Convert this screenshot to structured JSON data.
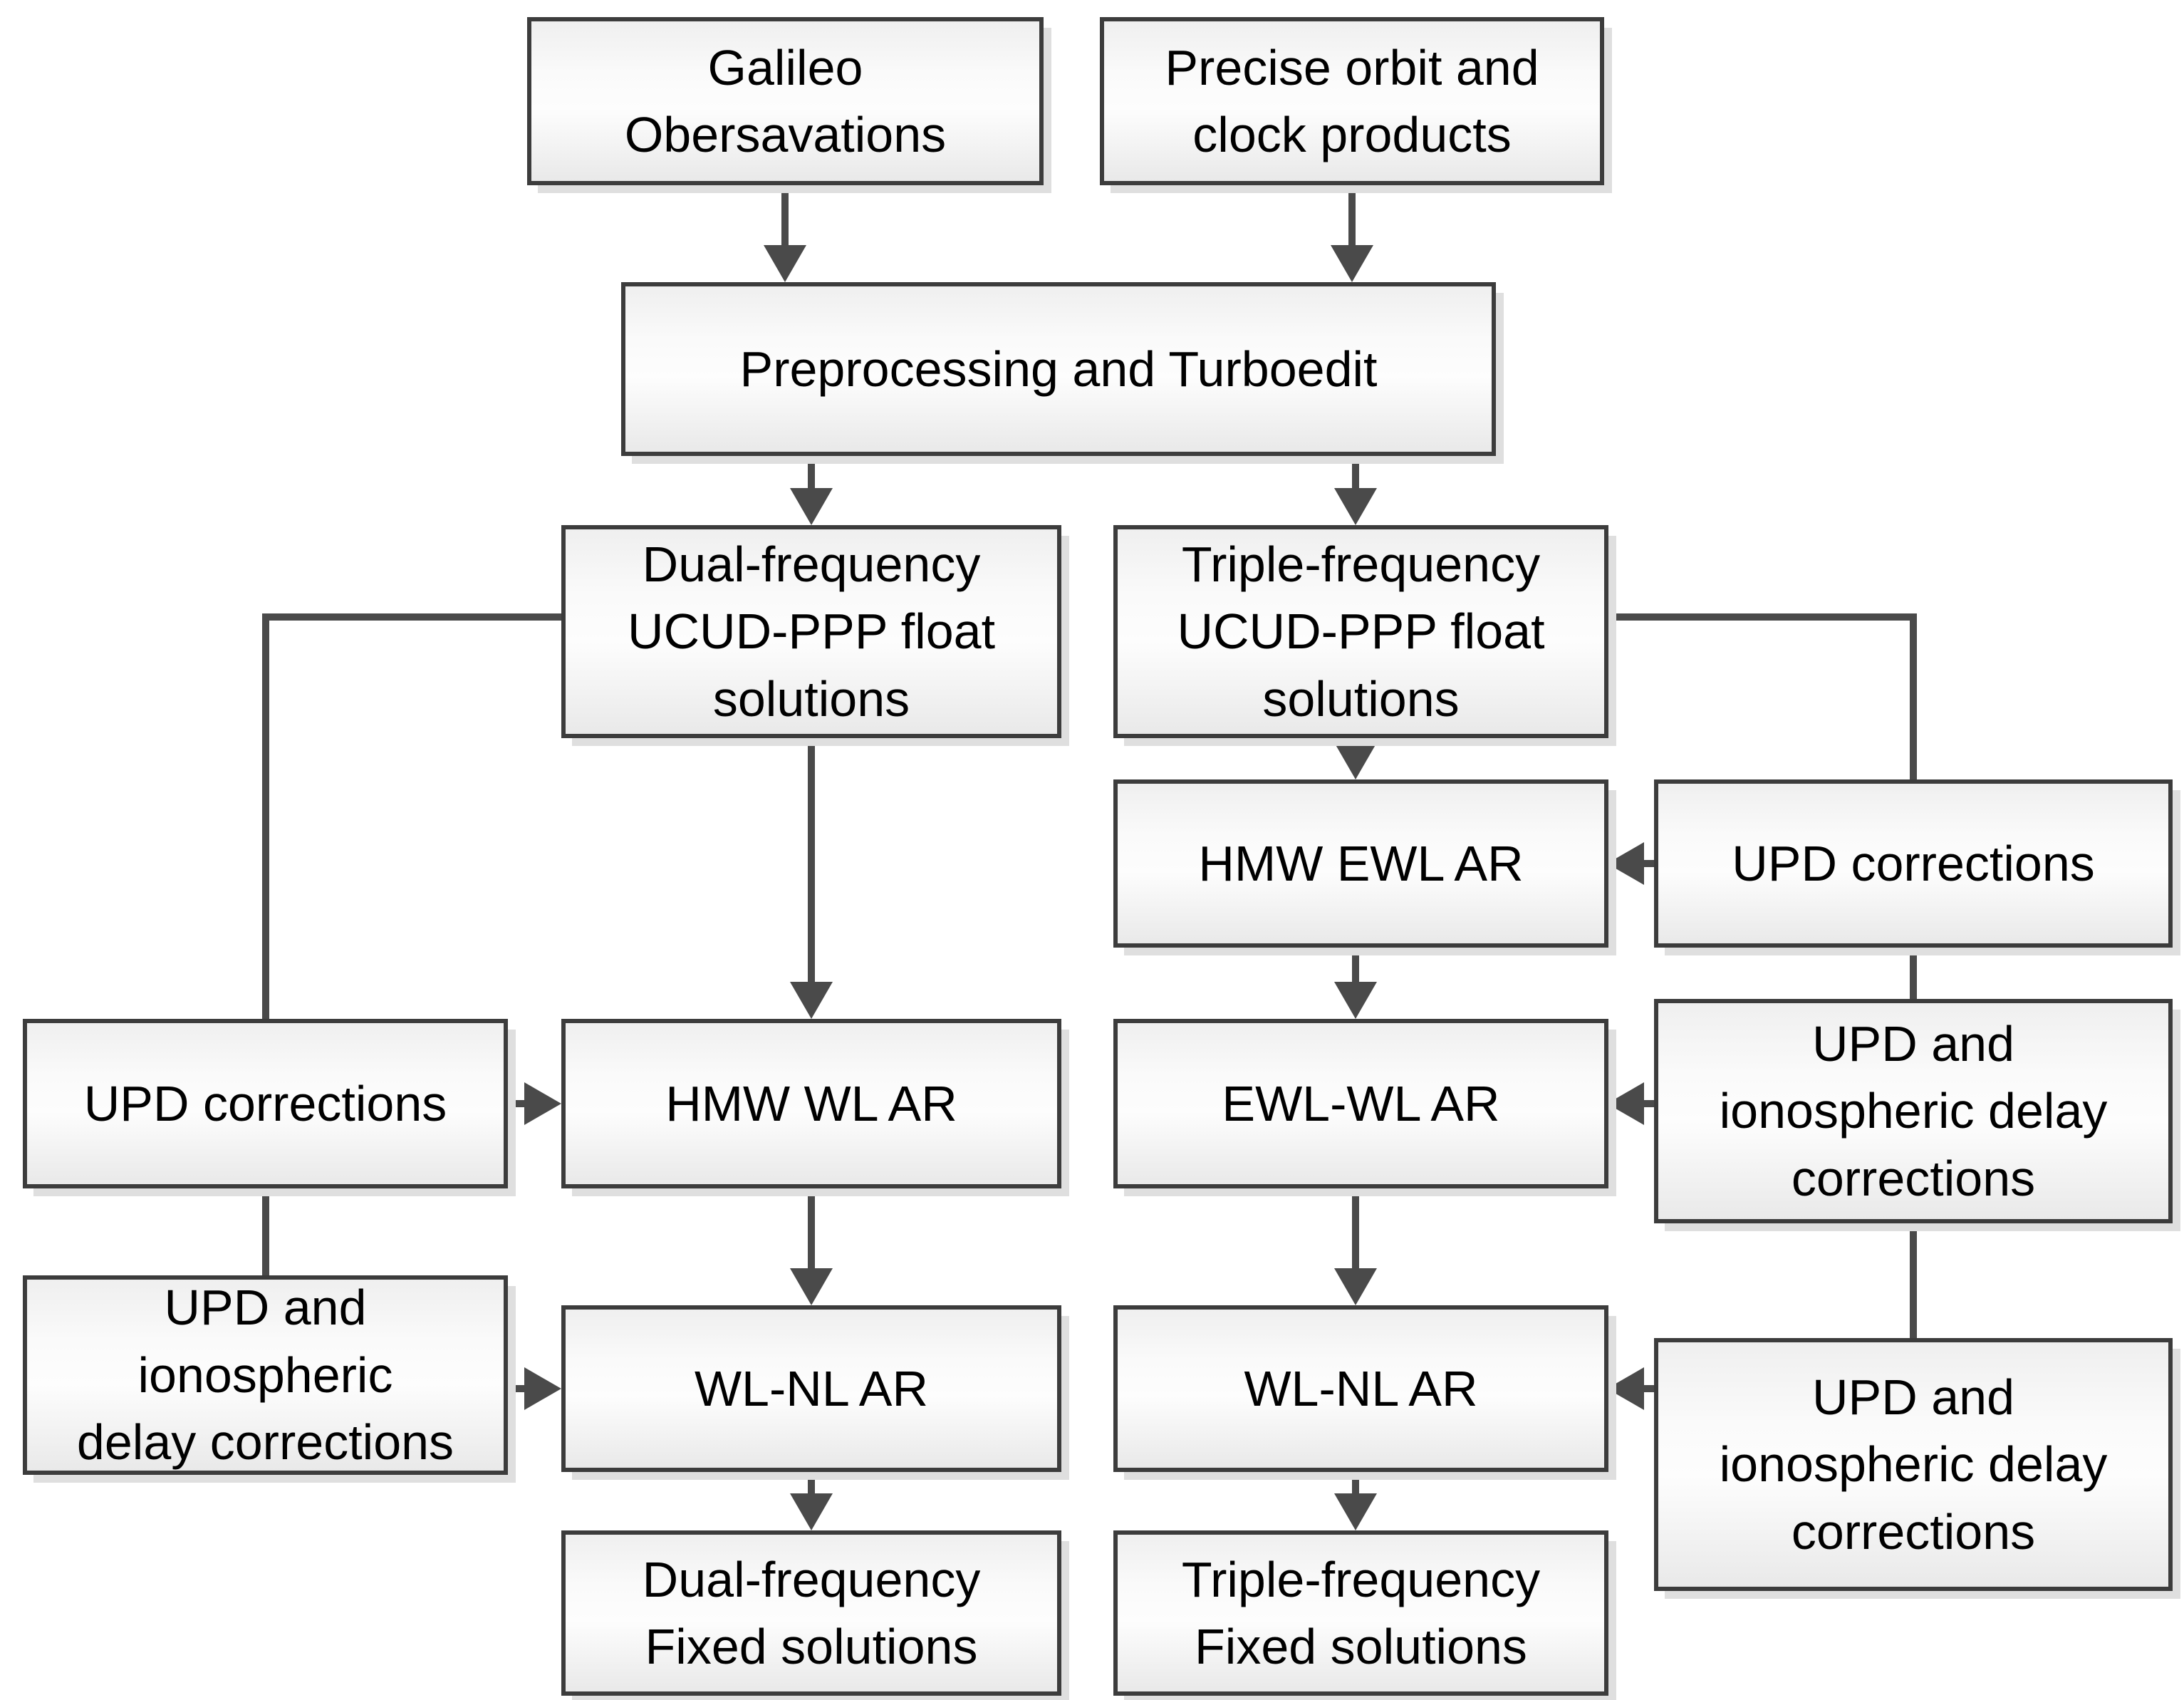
{
  "diagram_type": "flowchart",
  "colors": {
    "background": "#ffffff",
    "node_border": "#3c3c3c",
    "node_fill_top": "#efefef",
    "node_fill_middle": "#fdfdfd",
    "node_fill_bottom": "#e9e9e9",
    "node_shadow": "#dfdfdf",
    "connector": "#4a4a4a",
    "text": "#000000"
  },
  "nodes": [
    {
      "id": "galileo-observations",
      "label": "Galileo\nObersavations"
    },
    {
      "id": "precise-orbit-clock",
      "label": "Precise orbit and\nclock products"
    },
    {
      "id": "preprocessing-turboedit",
      "label": "Preprocessing and Turboedit"
    },
    {
      "id": "dual-freq-float",
      "label": "Dual-frequency\nUCUD-PPP float\nsolutions"
    },
    {
      "id": "triple-freq-float",
      "label": "Triple-frequency\nUCUD-PPP float\nsolutions"
    },
    {
      "id": "hmw-ewl-ar",
      "label": "HMW EWL AR"
    },
    {
      "id": "upd-corrections-right",
      "label": "UPD corrections"
    },
    {
      "id": "upd-corrections-left",
      "label": "UPD corrections"
    },
    {
      "id": "hmw-wl-ar",
      "label": "HMW WL AR"
    },
    {
      "id": "ewl-wl-ar",
      "label": "EWL-WL AR"
    },
    {
      "id": "upd-iono-right-1",
      "label": "UPD and\nionospheric delay\ncorrections"
    },
    {
      "id": "upd-iono-left",
      "label": "UPD and\nionospheric\ndelay corrections"
    },
    {
      "id": "wl-nl-ar-left",
      "label": "WL-NL AR"
    },
    {
      "id": "wl-nl-ar-right",
      "label": "WL-NL AR"
    },
    {
      "id": "upd-iono-right-2",
      "label": "UPD and\nionospheric delay\ncorrections"
    },
    {
      "id": "dual-freq-fixed",
      "label": "Dual-frequency\nFixed solutions"
    },
    {
      "id": "triple-freq-fixed",
      "label": "Triple-frequency\nFixed solutions"
    }
  ],
  "edges": [
    {
      "from": "galileo-observations",
      "to": "preprocessing-turboedit",
      "arrow": true
    },
    {
      "from": "precise-orbit-clock",
      "to": "preprocessing-turboedit",
      "arrow": true
    },
    {
      "from": "preprocessing-turboedit",
      "to": "dual-freq-float",
      "arrow": true
    },
    {
      "from": "preprocessing-turboedit",
      "to": "triple-freq-float",
      "arrow": true
    },
    {
      "from": "dual-freq-float",
      "to": "hmw-wl-ar",
      "arrow": true
    },
    {
      "from": "dual-freq-float",
      "to": "upd-corrections-left",
      "arrow": false
    },
    {
      "from": "triple-freq-float",
      "to": "hmw-ewl-ar",
      "arrow": true
    },
    {
      "from": "triple-freq-float",
      "to": "upd-corrections-right",
      "arrow": false
    },
    {
      "from": "upd-corrections-left",
      "to": "hmw-wl-ar",
      "arrow": true
    },
    {
      "from": "upd-corrections-left",
      "to": "upd-iono-left",
      "arrow": false
    },
    {
      "from": "upd-iono-left",
      "to": "wl-nl-ar-left",
      "arrow": true
    },
    {
      "from": "hmw-wl-ar",
      "to": "wl-nl-ar-left",
      "arrow": true
    },
    {
      "from": "wl-nl-ar-left",
      "to": "dual-freq-fixed",
      "arrow": true
    },
    {
      "from": "upd-corrections-right",
      "to": "hmw-ewl-ar",
      "arrow": true
    },
    {
      "from": "upd-corrections-right",
      "to": "upd-iono-right-1",
      "arrow": false
    },
    {
      "from": "hmw-ewl-ar",
      "to": "ewl-wl-ar",
      "arrow": true
    },
    {
      "from": "upd-iono-right-1",
      "to": "ewl-wl-ar",
      "arrow": true
    },
    {
      "from": "upd-iono-right-1",
      "to": "upd-iono-right-2",
      "arrow": false
    },
    {
      "from": "ewl-wl-ar",
      "to": "wl-nl-ar-right",
      "arrow": true
    },
    {
      "from": "upd-iono-right-2",
      "to": "wl-nl-ar-right",
      "arrow": true
    },
    {
      "from": "wl-nl-ar-right",
      "to": "triple-freq-fixed",
      "arrow": true
    }
  ]
}
